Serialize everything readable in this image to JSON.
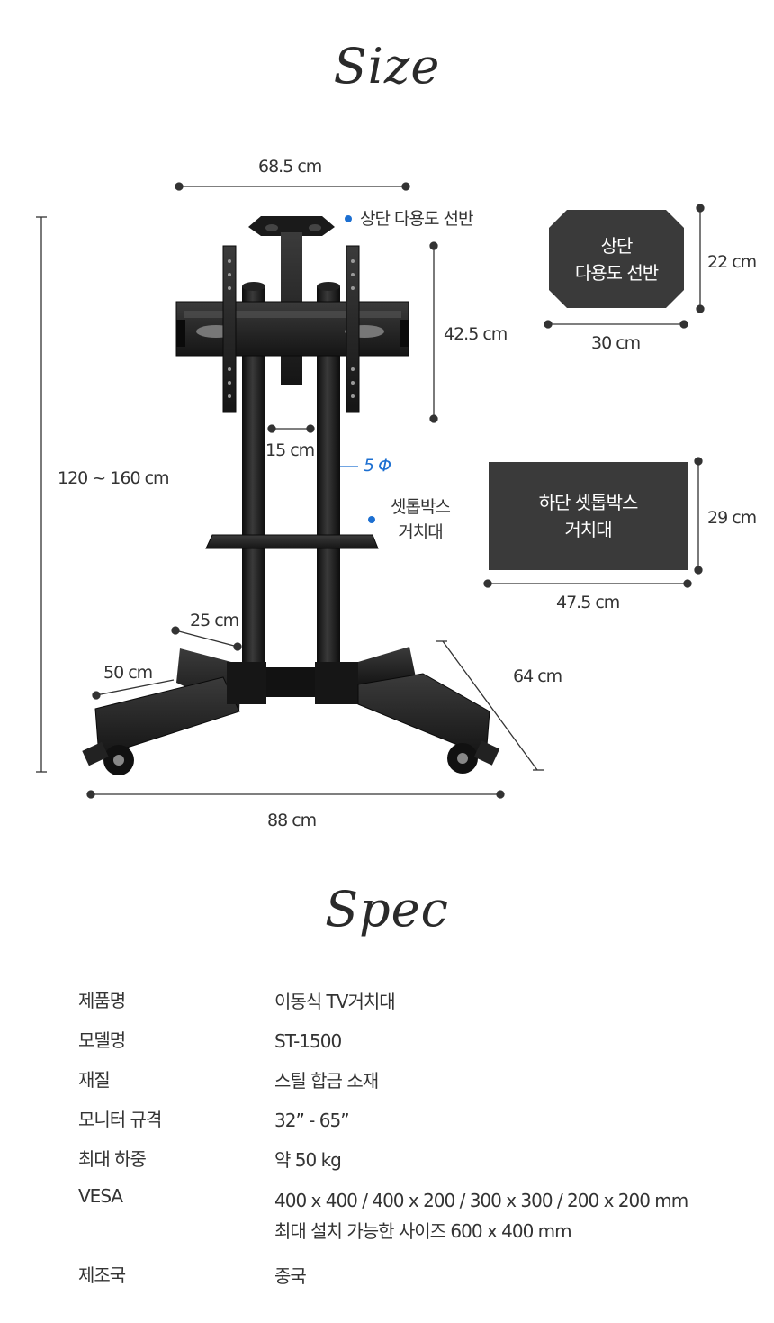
{
  "size_section": {
    "title": "Size",
    "dimensions": {
      "top_width": "68.5 cm",
      "height": "120 ~ 160 cm",
      "bracket_height": "42.5 cm",
      "pole_gap": "15 cm",
      "pole_diameter": "5 Φ",
      "leg_short": "25 cm",
      "leg_long": "50 cm",
      "base_width": "88 cm",
      "base_depth": "64 cm"
    },
    "callouts": {
      "top_shelf": "상단 다용도 선반",
      "settop_line1": "셋톱박스",
      "settop_line2": "거치대"
    },
    "top_shelf_box": {
      "line1": "상단",
      "line2": "다용도 선반",
      "height": "22 cm",
      "width": "30 cm"
    },
    "bottom_shelf_box": {
      "line1": "하단 셋톱박스",
      "line2": "거치대",
      "height": "29 cm",
      "width": "47.5 cm"
    }
  },
  "spec_section": {
    "title": "Spec",
    "rows": [
      {
        "label": "제품명",
        "value": "이동식 TV거치대"
      },
      {
        "label": "모델명",
        "value": "ST-1500"
      },
      {
        "label": "재질",
        "value": "스틸 합금 소재"
      },
      {
        "label": "모니터 규격",
        "value": "32” - 65”"
      },
      {
        "label": "최대 하중",
        "value": "약 50 kg"
      },
      {
        "label": "VESA",
        "value": "400 x 400 / 400 x 200 / 300 x 300 / 200 x 200 mm",
        "value2": "최대 설치 가능한 사이즈 600 x 400 mm"
      },
      {
        "label": "제조국",
        "value": "중국"
      }
    ]
  },
  "colors": {
    "accent_blue": "#1c6fd1",
    "box_dark": "#3a3a3a",
    "stand_black": "#1a1a1a"
  }
}
